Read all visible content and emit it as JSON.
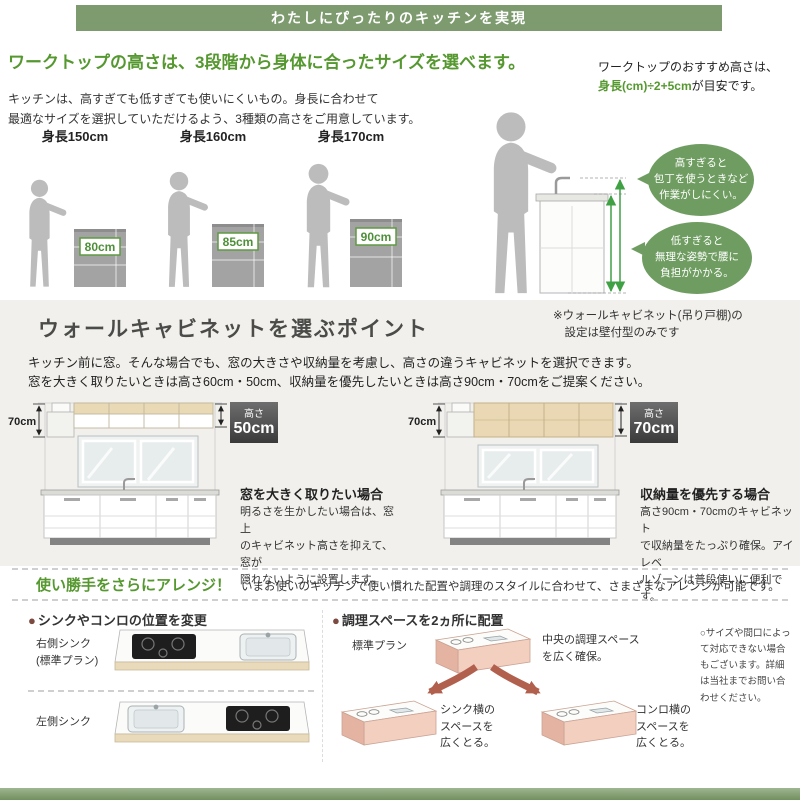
{
  "colors": {
    "banner_green": "#7d9b6f",
    "accent_green": "#55982f",
    "measure_green": "#3fa044",
    "bubble_green": "#6f9d61",
    "badge_dark": "#3a3a3a",
    "section_bg": "#f1f0ec",
    "arrow_red": "#b2604e"
  },
  "banner": {
    "title": "わたしにぴったりのキッチンを実現"
  },
  "worktop": {
    "heading": "ワークトップの高さは、3段階から身体に合ったサイズを選べます。",
    "body": "キッチンは、高すぎても低すぎても使いにくいもの。身長に合わせて\n最適なサイズを選択していただけるよう、3種類の高さをご用意しています。",
    "tip_line1": "ワークトップのおすすめ高さは、",
    "tip_formula": "身長(cm)÷2+5cm",
    "tip_suffix": "が目安です。",
    "figures": [
      {
        "label": "身長150cm",
        "counter": "80cm"
      },
      {
        "label": "身長160cm",
        "counter": "85cm"
      },
      {
        "label": "身長170cm",
        "counter": "90cm"
      }
    ],
    "bubble_high": "高すぎると\n包丁を使うときなど\n作業がしにくい。",
    "bubble_low": "低すぎると\n無理な姿勢で腰に\n負担がかかる。"
  },
  "cabinet": {
    "title": "ウォールキャビネットを選ぶポイント",
    "note": "※ウォールキャビネット(吊り戸棚)の\n　設定は壁付型のみです",
    "body": "キッチン前に窓。そんな場合でも、窓の大きさや収納量を考慮し、高さの違うキャビネットを選択できます。\n窓を大きく取りたいときは高さ60cm・50cm、収納量を優先したいときは高さ90cm・70cmをご提案ください。",
    "left": {
      "dim": "70cm",
      "badge_label": "高さ",
      "badge_value": "50cm",
      "title": "窓を大きく取りたい場合",
      "desc": "明るさを生かしたい場合は、窓上\nのキャビネット高さを抑えて、窓が\n隠れないように設置します。"
    },
    "right": {
      "dim": "70cm",
      "badge_label": "高さ",
      "badge_value": "70cm",
      "title": "収納量を優先する場合",
      "desc": "高さ90cm・70cmのキャビネット\nで収納量をたっぷり確保。アイレベ\nルゾーンは普段使いに便利です。"
    }
  },
  "arrange": {
    "heading": "使い勝手をさらにアレンジ！",
    "subtext": "いまお使いのキッチンで使い慣れた配置や調理のスタイルに合わせて、さまざまなアレンジが可能です。",
    "bullet": "●",
    "left": {
      "title": "シンクやコンロの位置を変更",
      "item1": "右側シンク\n(標準プラン)",
      "item2": "左側シンク"
    },
    "middle": {
      "title": "調理スペースを2ヵ所に配置",
      "plan_label": "標準プラン",
      "plan_desc": "中央の調理スペース\nを広く確保。",
      "sink_desc": "シンク横の\nスペースを\n広くとる。",
      "stove_desc": "コンロ横の\nスペースを\n広くとる。"
    },
    "note": "○サイズや間口によって対応できない場合もございます。詳細は当社までお問い合わせください。"
  }
}
